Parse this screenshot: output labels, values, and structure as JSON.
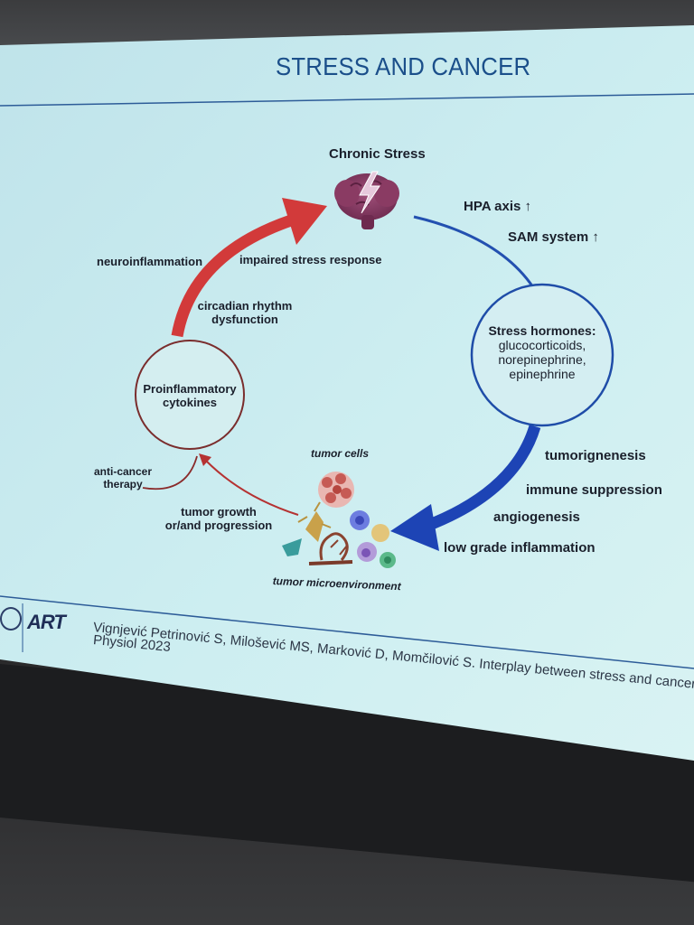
{
  "slide": {
    "title": "STRESS AND CANCER",
    "colors": {
      "background": "#c8e9ee",
      "title": "#1b4f8a",
      "red_arrow": "#d23a3a",
      "blue_arrow": "#1d44b5",
      "circle_outline": "#8a2b2b",
      "hormone_circle_outline": "#1f4da8"
    }
  },
  "diagram": {
    "top_node": {
      "label": "Chronic Stress",
      "icon": "brain-lightning-icon"
    },
    "pathway_right": {
      "hpa": "HPA axis",
      "sam": "SAM system",
      "arrow_glyph": "↑"
    },
    "hormone_node": {
      "line1": "Stress hormones:",
      "line2": "glucocorticoids,",
      "line3": "norepinephrine,",
      "line4": "epinephrine"
    },
    "effects": {
      "tumorigenesis": "tumorignenesis",
      "immune": "immune suppression",
      "angio": "angiogenesis",
      "inflammation": "low grade inflammation"
    },
    "tumor": {
      "cells_label": "tumor cells",
      "micro_label": "tumor microenvironment"
    },
    "growth": {
      "line1": "tumor growth",
      "line2": "or/and progression"
    },
    "therapy": {
      "line1": "anti-cancer",
      "line2": "therapy"
    },
    "cytokine_node": {
      "line1": "Proinflammatory",
      "line2": "cytokines"
    },
    "pathway_left": {
      "circadian1": "circadian rhythm",
      "circadian2": "dysfunction",
      "neuro": "neuroinflammation",
      "impaired": "impaired stress response"
    }
  },
  "footer": {
    "logo_text": "ART",
    "reference_line1": "Vignjević Petrinović S, Milošević MS, Marković D, Momčilović S. Interplay between stress and cancer-",
    "reference_line2": "Physiol 2023"
  }
}
